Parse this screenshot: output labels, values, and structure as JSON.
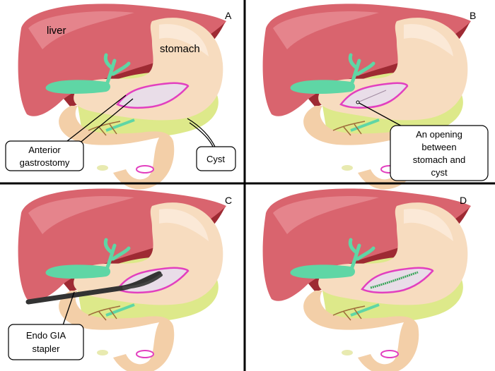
{
  "panels": [
    {
      "id": "A",
      "letter": "A"
    },
    {
      "id": "B",
      "letter": "B"
    },
    {
      "id": "C",
      "letter": "C"
    },
    {
      "id": "D",
      "letter": "D"
    }
  ],
  "labels": {
    "liver": "liver",
    "stomach": "stomach",
    "anterior_line1": "Anterior",
    "anterior_line2": "gastrostomy",
    "cyst": "Cyst",
    "opening_line1": "An opening",
    "opening_line2": "between",
    "opening_line3": "stomach and",
    "opening_line4": "cyst",
    "stapler_line1": "Endo GIA",
    "stapler_line2": "stapler"
  },
  "colors": {
    "liver": "#d9646e",
    "liver_dark": "#9e2a33",
    "stomach": "#f7dcbf",
    "cyst": "#dde98a",
    "gallbladder": "#5fd6a5",
    "incision": "#e23fbf",
    "incision_fill": "#e9dde8",
    "stapler": "#333333",
    "divider": "#000000"
  }
}
